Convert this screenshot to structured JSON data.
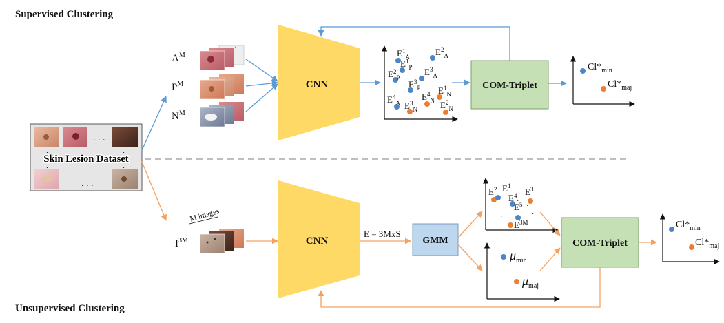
{
  "titles": {
    "supervised": "Supervised Clustering",
    "unsupervised": "Unsupervised Clustering"
  },
  "dataset": {
    "label": "Skin Lesion Dataset",
    "top_dots": ". . .",
    "bottom_dots": ". . ."
  },
  "supervised": {
    "inputs": [
      {
        "base": "A",
        "sup": "M"
      },
      {
        "base": "P",
        "sup": "M"
      },
      {
        "base": "N",
        "sup": "M"
      }
    ],
    "cnn_label": "CNN",
    "triplet_label": "COM-Triplet",
    "scatter_points": [
      {
        "base": "E",
        "sup": "1",
        "sub": "A",
        "color": "blue"
      },
      {
        "base": "E",
        "sup": "2",
        "sub": "A",
        "color": "blue"
      },
      {
        "base": "E",
        "sup": "1",
        "sub": "P",
        "color": "blue"
      },
      {
        "base": "E",
        "sup": "2",
        "sub": "P",
        "color": "blue"
      },
      {
        "base": "E",
        "sup": "3",
        "sub": "A",
        "color": "blue"
      },
      {
        "base": "E",
        "sup": "3",
        "sub": "P",
        "color": "blue"
      },
      {
        "base": "E",
        "sup": "4",
        "sub": "A",
        "color": "blue"
      },
      {
        "base": "E",
        "sup": "1",
        "sub": "N",
        "color": "orange"
      },
      {
        "base": "E",
        "sup": "4",
        "sub": "N",
        "color": "orange"
      },
      {
        "base": "E",
        "sup": "3",
        "sub": "N",
        "color": "orange"
      },
      {
        "base": "E",
        "sup": "2",
        "sub": "N",
        "color": "orange"
      }
    ],
    "clusters": [
      {
        "base": "Cl*",
        "sub": "min",
        "color": "blue"
      },
      {
        "base": "Cl*",
        "sub": "maj",
        "color": "orange"
      }
    ]
  },
  "unsupervised": {
    "input": {
      "base": "I",
      "sup": "3M"
    },
    "m_images": "M images",
    "cnn_label": "CNN",
    "embedding_label": "E = 3MxS",
    "gmm_label": "GMM",
    "triplet_label": "COM-Triplet",
    "scatter_points": [
      {
        "base": "E",
        "sup": "2",
        "color": "orange"
      },
      {
        "base": "E",
        "sup": "1",
        "color": "blue"
      },
      {
        "base": "E",
        "sup": "4",
        "color": "blue"
      },
      {
        "base": "E",
        "sup": "3",
        "color": "orange"
      },
      {
        "base": "E",
        "sup": "5",
        "color": "blue"
      },
      {
        "base": "E",
        "sup": "3M",
        "color": "orange"
      }
    ],
    "means": [
      {
        "base": "μ",
        "sub": "min",
        "color": "blue"
      },
      {
        "base": "μ",
        "sub": "maj",
        "color": "orange"
      }
    ],
    "clusters": [
      {
        "base": "Cl*",
        "sub": "min",
        "color": "blue"
      },
      {
        "base": "Cl*",
        "sub": "maj",
        "color": "orange"
      }
    ]
  },
  "colors": {
    "blue_arrow": "#5b9bd5",
    "orange_arrow": "#f4a261",
    "cnn_fill": "#ffd966",
    "triplet_fill": "#c5e0b4",
    "gmm_fill": "#bdd7ee",
    "point_blue": "#4a86c8",
    "point_orange": "#ed7d31",
    "divider": "#bfbfbf"
  }
}
